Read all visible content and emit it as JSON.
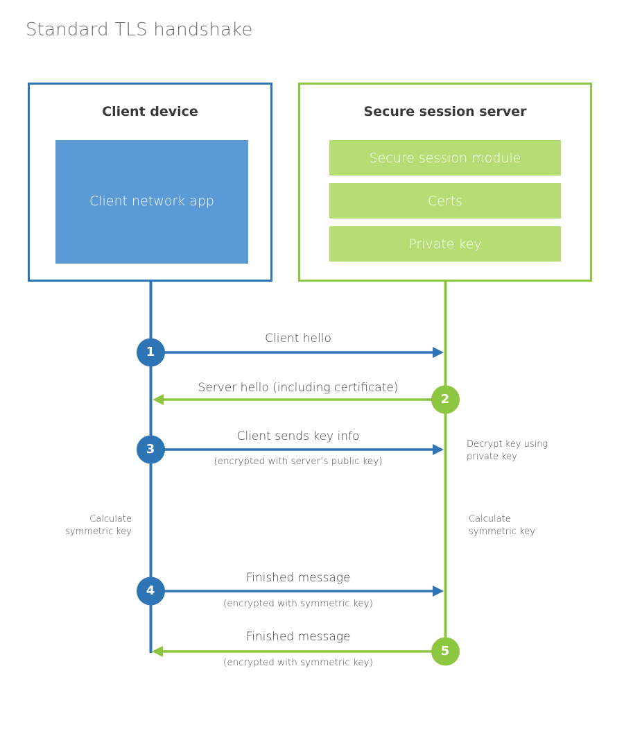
{
  "page": {
    "title": "Standard TLS handshake",
    "background": "#ffffff"
  },
  "colors": {
    "client_blue_border": "#2e75b6",
    "client_blue_fill": "#5b9bd5",
    "server_green_border": "#8dc63f",
    "server_green_fill": "#b5dd74",
    "title_gray": "#6b6b6b",
    "text_dark": "#3a3a3a"
  },
  "panels": {
    "client": {
      "title": "Client device",
      "app_label": "Client network\napp"
    },
    "server": {
      "title": "Secure session server",
      "bars": [
        {
          "label": "Secure session module"
        },
        {
          "label": "Certs"
        },
        {
          "label": "Private key"
        }
      ]
    }
  },
  "sequence": {
    "messages": [
      {
        "step": "1",
        "label": "Client hello",
        "sublabel": "",
        "direction": "client-to-server",
        "color": "#2e75b6"
      },
      {
        "step": "2",
        "label": "Server hello (including certificate)",
        "sublabel": "",
        "direction": "server-to-client",
        "color": "#8dc63f"
      },
      {
        "step": "3",
        "label": "Client sends key info",
        "sublabel": "(encrypted with server’s public key)",
        "direction": "client-to-server",
        "color": "#2e75b6"
      },
      {
        "step": "4",
        "label": "Finished message",
        "sublabel": "(encrypted with symmetric key)",
        "direction": "client-to-server",
        "color": "#2e75b6"
      },
      {
        "step": "5",
        "label": "Finished message",
        "sublabel": "(encrypted with symmetric key)",
        "direction": "server-to-client",
        "color": "#8dc63f"
      }
    ],
    "annotations": {
      "server_decrypt": "Decrypt key using\nprivate key",
      "client_calc": "Calculate\nsymmetric key",
      "server_calc": "Calculate\nsymmetric key"
    }
  }
}
